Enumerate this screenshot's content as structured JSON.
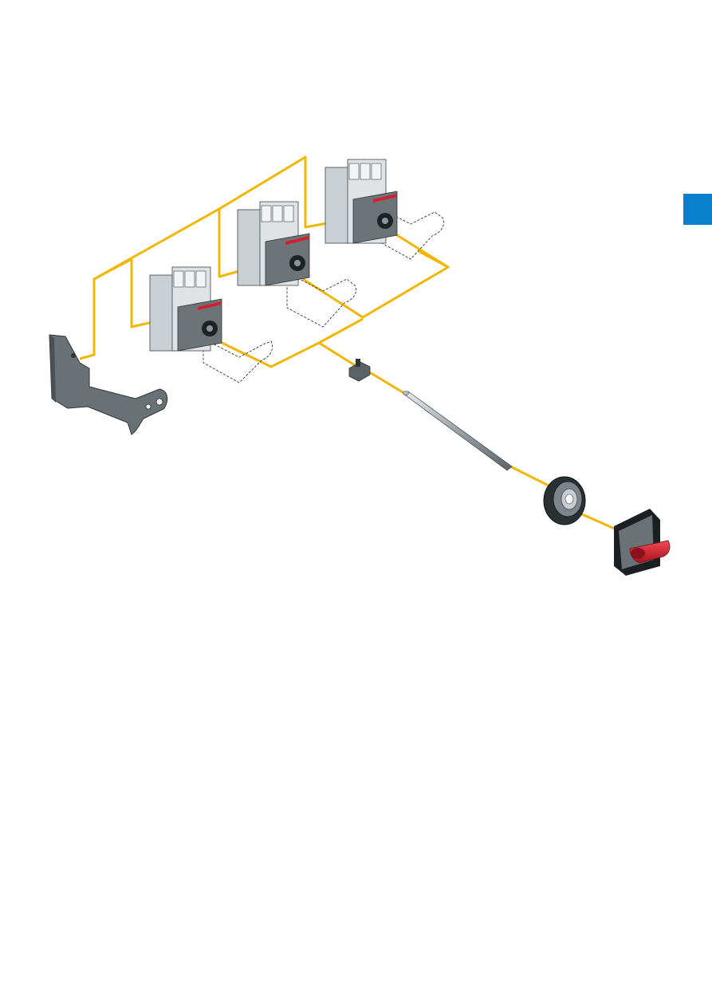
{
  "colors": {
    "background": "#ffffff",
    "connector": "#f2b705",
    "side_tab": "#0a7fcc",
    "device_grey": "#6c7478",
    "device_light": "#c9cfd3",
    "accent_red": "#d1202f",
    "dashed_outline": "#333333"
  },
  "components": [
    {
      "id": "mounting-bracket",
      "icon": "bracket"
    },
    {
      "id": "starter-1",
      "icon": "motor-protection-breaker"
    },
    {
      "id": "starter-2",
      "icon": "motor-protection-breaker"
    },
    {
      "id": "starter-3",
      "icon": "motor-protection-breaker"
    },
    {
      "id": "shaft-coupling",
      "icon": "coupling"
    },
    {
      "id": "extension-shaft",
      "icon": "shaft"
    },
    {
      "id": "door-adapter",
      "icon": "adapter-ring"
    },
    {
      "id": "rotary-handle",
      "icon": "red-handle"
    }
  ]
}
